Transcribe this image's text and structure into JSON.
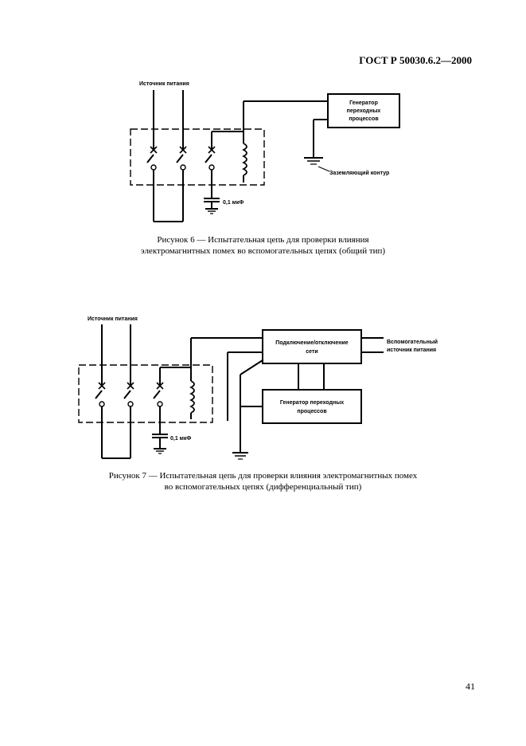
{
  "header": {
    "standard": "ГОСТ Р 50030.6.2—2000"
  },
  "figure6": {
    "label_power": "Источник питания",
    "label_generator_1": "Генератор",
    "label_generator_2": "переходных",
    "label_generator_3": "процессов",
    "label_ground": "Заземляющий контур",
    "label_capacitor": "0,1 мкФ",
    "caption_line1": "Рисунок 6 — Испытательная цепь для проверки влияния",
    "caption_line2": "электромагнитных помех во вспомогательных цепях (общий тип)"
  },
  "figure7": {
    "label_power": "Источник питания",
    "label_switch_1": "Подключение/отключение",
    "label_switch_2": "сети",
    "label_aux_1": "Вспомогательный",
    "label_aux_2": "источник питания",
    "label_generator_1": "Генератор переходных",
    "label_generator_2": "процессов",
    "label_capacitor": "0,1 мкФ",
    "caption_line1": "Рисунок 7 — Испытательная цепь для проверки влияния электромагнитных помех",
    "caption_line2": "во вспомогательных цепях (дифференциальный тип)"
  },
  "footer": {
    "page_number": "41"
  }
}
